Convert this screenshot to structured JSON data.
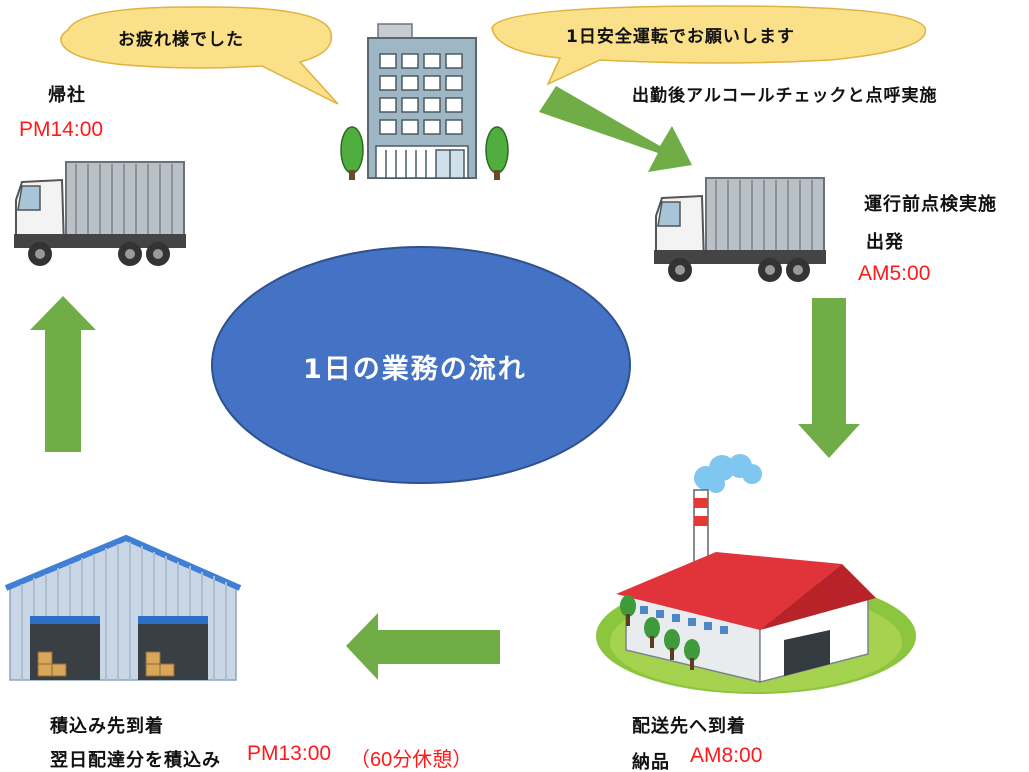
{
  "center": {
    "text": "1日の業務の流れ"
  },
  "bubbles": {
    "left": "お疲れ様でした",
    "right": "1日安全運転でお願いします"
  },
  "steps": {
    "office_top": {
      "label": "出勤後アルコールチェックと点呼実施"
    },
    "depart": {
      "label_line1": "運行前点検実施",
      "label_line2": "出発",
      "time": "AM5:00"
    },
    "delivery": {
      "label_line1": "配送先へ到着",
      "label_line2": "納品",
      "time": "AM8:00"
    },
    "loading": {
      "label_line1": "積込み先到着",
      "label_line2": "翌日配達分を積込み",
      "time": "PM13:00",
      "note": "（60分休憩）"
    },
    "return": {
      "label": "帰社",
      "time": "PM14:00"
    }
  },
  "colors": {
    "ellipse_fill": "#4472c4",
    "ellipse_stroke": "#2f528f",
    "bubble_fill": "#fbe08a",
    "bubble_stroke": "#e0b23e",
    "arrow_green": "#70ad47",
    "time_red": "#ff1a1a"
  },
  "icons": [
    "office-building-icon",
    "tree-icon",
    "truck-icon",
    "factory-icon",
    "warehouse-icon",
    "arrow-icon"
  ]
}
